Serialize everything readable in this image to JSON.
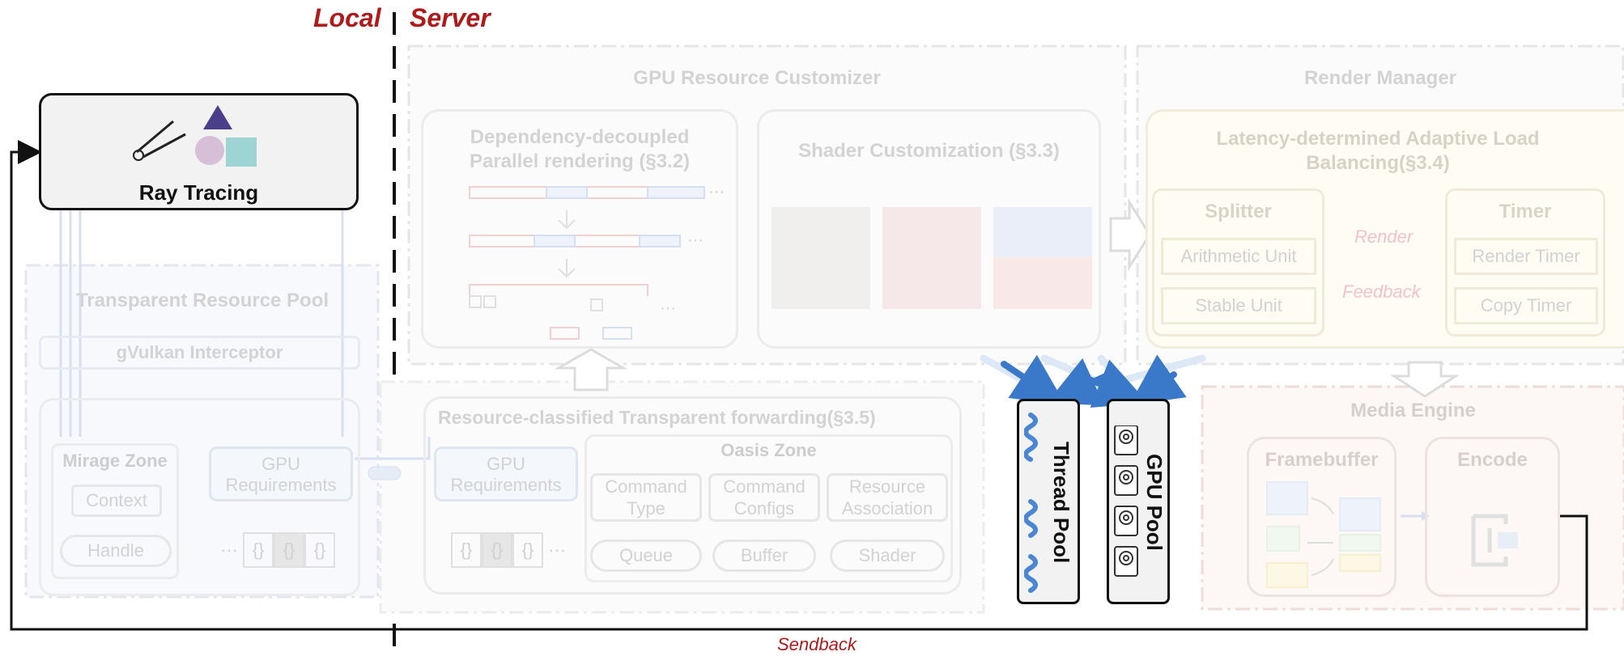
{
  "headers": {
    "local": "Local",
    "server": "Server"
  },
  "ray_tracing": {
    "label": "Ray Tracing"
  },
  "gpu_resource_customizer": {
    "title": "GPU Resource Customizer",
    "dependency": {
      "line1": "Dependency-decoupled",
      "line2": "Parallel rendering (§3.2)"
    },
    "shader": {
      "title": "Shader Customization (§3.3)"
    }
  },
  "render_manager": {
    "title": "Render Manager",
    "adaptive": {
      "line1": "Latency-determined Adaptive Load",
      "line2": "Balancing(§3.4)"
    },
    "splitter": {
      "title": "Splitter",
      "arithmetic": "Arithmetic Unit",
      "stable": "Stable Unit"
    },
    "timer": {
      "title": "Timer",
      "render_timer": "Render Timer",
      "copy_timer": "Copy Timer"
    },
    "render_label": "Render",
    "feedback_label": "Feedback"
  },
  "transparent_pool": {
    "title": "Transparent Resource Pool",
    "interceptor": "gVulkan Interceptor",
    "mirage": {
      "title": "Mirage Zone",
      "context": "Context",
      "handle": "Handle"
    },
    "gpu_req": {
      "line1": "GPU",
      "line2": "Requirements"
    }
  },
  "forwarding": {
    "title": "Resource-classified Transparent forwarding(§3.5)",
    "gpu_req": {
      "line1": "GPU",
      "line2": "Requirements"
    },
    "oasis": {
      "title": "Oasis Zone",
      "cmd_type": {
        "line1": "Command",
        "line2": "Type"
      },
      "cmd_configs": {
        "line1": "Command",
        "line2": "Configs"
      },
      "resource_assoc": {
        "line1": "Resource",
        "line2": "Association"
      },
      "queue": "Queue",
      "buffer": "Buffer",
      "shader": "Shader"
    }
  },
  "thread_pool": {
    "label": "Thread Pool"
  },
  "gpu_pool": {
    "label": "GPU Pool"
  },
  "media_engine": {
    "title": "Media Engine",
    "framebuffer": "Framebuffer",
    "encode": "Encode"
  },
  "sendback": "Sendback",
  "ellipsis": "···",
  "braces": "{}",
  "colors": {
    "accent_red": "#b01a1a",
    "arrow_blue": "#3a78c9"
  }
}
